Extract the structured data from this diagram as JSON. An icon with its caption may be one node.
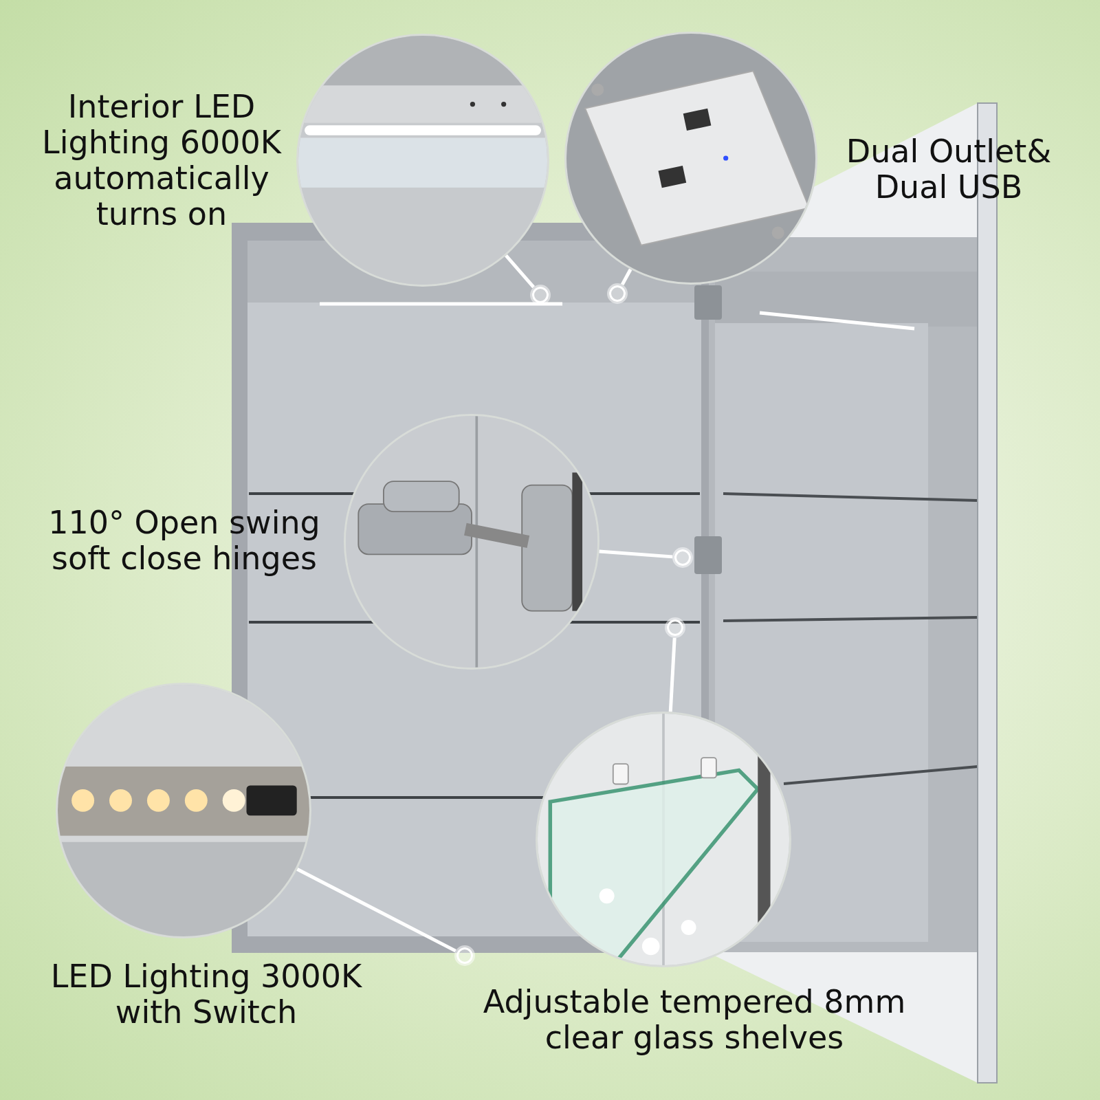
{
  "diagram": {
    "nodes": [
      {
        "text": [],
        "shape": "picture",
        "beside": [
          "Interior LED Lighting 6000K automatically turns on"
        ]
      },
      {
        "text": [],
        "shape": "circle"
      },
      {
        "text": [],
        "shape": "picture",
        "beside": [
          "Dual Outlet& Dual USB"
        ]
      },
      {
        "text": [],
        "shape": "circle"
      },
      {
        "text": [],
        "shape": "picture",
        "beside": [
          "110° Open swing soft close hinges"
        ]
      },
      {
        "text": [],
        "shape": "circle"
      },
      {
        "text": [],
        "shape": "picture",
        "beside": [
          "LED Lighting 3000K with Switch"
        ]
      },
      {
        "text": [],
        "shape": "circle"
      },
      {
        "text": [],
        "shape": "picture",
        "beside": [
          "Adjustable tempered 8mm clear glass shelves"
        ]
      },
      {
        "text": [],
        "shape": "circle"
      }
    ],
    "edges": [
      {
        "from": 0,
        "to": 1,
        "arrow": "none"
      },
      {
        "from": 2,
        "to": 3,
        "arrow": "none"
      },
      {
        "from": 4,
        "to": 5,
        "arrow": "none"
      },
      {
        "from": 6,
        "to": 7,
        "arrow": "none"
      },
      {
        "from": 8,
        "to": 9,
        "arrow": "none"
      }
    ]
  }
}
